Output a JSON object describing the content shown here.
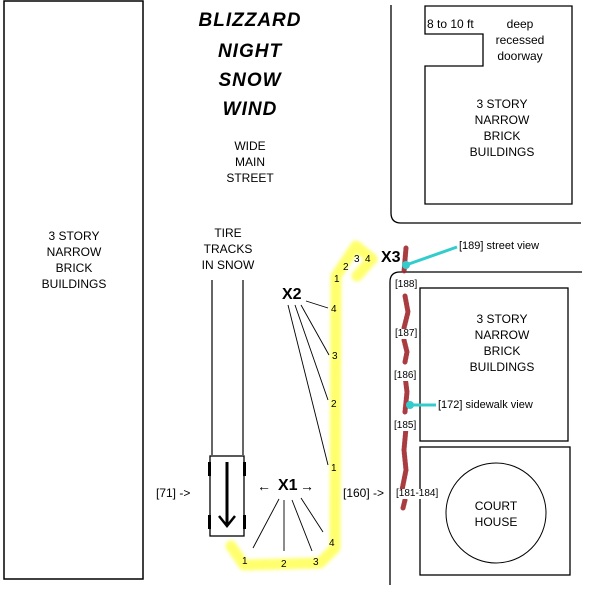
{
  "title_lines": [
    "BLIZZARD",
    "NIGHT",
    "SNOW",
    "WIND"
  ],
  "street_label": [
    "WIDE",
    "MAIN",
    "STREET"
  ],
  "tire_tracks_label": [
    "TIRE",
    "TRACKS",
    "IN SNOW"
  ],
  "left_buildings": [
    "3 STORY",
    "NARROW",
    "BRICK",
    "BUILDINGS"
  ],
  "upper_right_buildings": [
    "3 STORY",
    "NARROW",
    "BRICK",
    "BUILDINGS"
  ],
  "doorway_note": {
    "depth": "8 to 10 ft",
    "desc": [
      "deep",
      "recessed",
      "doorway"
    ]
  },
  "middle_right_buildings": [
    "3 STORY",
    "NARROW",
    "BRICK",
    "BUILDINGS"
  ],
  "court_house": [
    "COURT",
    "HOUSE"
  ],
  "markers": {
    "x1": "X1",
    "x2": "X2",
    "x3": "X3",
    "x1_arrow_left": "←",
    "x1_arrow_right": "→"
  },
  "path_numbers": {
    "bottom": [
      "1",
      "2",
      "3",
      "4"
    ],
    "vertical": [
      "1",
      "2",
      "3",
      "4"
    ],
    "top": [
      "1",
      "2",
      "3",
      "4"
    ]
  },
  "frame_refs": {
    "car": "[71] ->",
    "path": "[160] ->",
    "sidewalk_bottom": "[181-184]",
    "f185": "[185]",
    "f186": "[186]",
    "f187": "[187]",
    "f188": "[188]"
  },
  "views": {
    "street": "[189] street view",
    "sidewalk": "[172] sidewalk view"
  },
  "colors": {
    "path": "#ffff66",
    "footprints": "#a0282c",
    "view_marker": "#33cccc"
  }
}
